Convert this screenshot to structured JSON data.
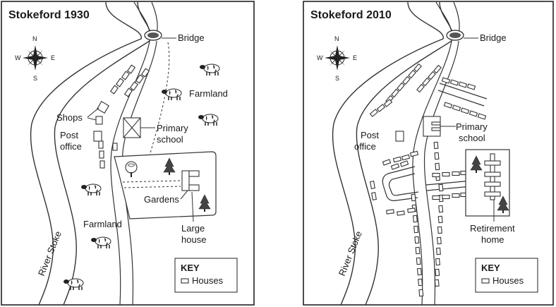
{
  "maps": [
    {
      "title": "Stokeford 1930",
      "compass": {
        "n": "N",
        "s": "S",
        "e": "E",
        "w": "W"
      },
      "labels": {
        "bridge": "Bridge",
        "farmland_1": "Farmland",
        "farmland_2": "Farmland",
        "shops": "Shops",
        "post_office_1": "Post",
        "post_office_2": "office",
        "primary_school_1": "Primary",
        "primary_school_2": "school",
        "gardens": "Gardens",
        "large_house_1": "Large",
        "large_house_2": "house",
        "river": "River Stoke"
      },
      "key": {
        "title": "KEY",
        "houses": "Houses"
      }
    },
    {
      "title": "Stokeford 2010",
      "compass": {
        "n": "N",
        "s": "S",
        "e": "E",
        "w": "W"
      },
      "labels": {
        "bridge": "Bridge",
        "post_office_1": "Post",
        "post_office_2": "office",
        "primary_school_1": "Primary",
        "primary_school_2": "school",
        "retirement_home_1": "Retirement",
        "retirement_home_2": "home",
        "river": "River Stoke"
      },
      "key": {
        "title": "KEY",
        "houses": "Houses"
      }
    }
  ],
  "icons": {
    "compass": "compass-rose-icon",
    "cow": "cow-icon",
    "tree": "tree-icon",
    "house": "house-icon",
    "bridge": "bridge-icon"
  }
}
